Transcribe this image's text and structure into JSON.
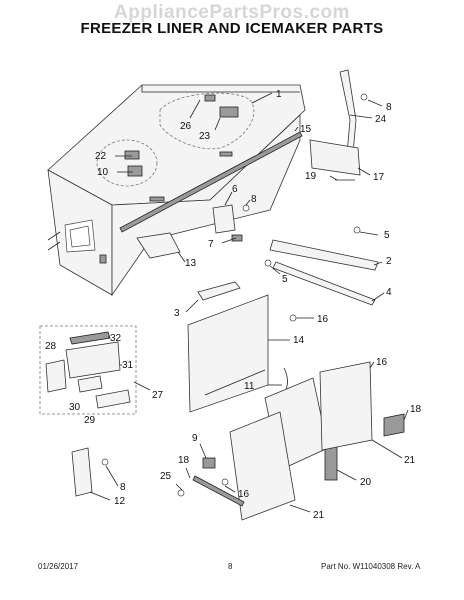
{
  "watermark": "AppliancePartsPros.com",
  "title": "FREEZER LINER AND ICEMAKER PARTS",
  "footer": {
    "date": "01/26/2017",
    "page": "8",
    "part_number": "Part No. W11040308  Rev. A"
  },
  "callouts": {
    "c1": "1",
    "c2": "2",
    "c3": "3",
    "c4": "4",
    "c5a": "5",
    "c5b": "5",
    "c6": "6",
    "c7": "7",
    "c8a": "8",
    "c8b": "8",
    "c8c": "8",
    "c9": "9",
    "c10": "10",
    "c11": "11",
    "c12": "12",
    "c13": "13",
    "c14": "14",
    "c15": "15",
    "c16a": "16",
    "c16b": "16",
    "c16c": "16",
    "c17": "17",
    "c18a": "18",
    "c18b": "18",
    "c19": "19",
    "c20": "20",
    "c21a": "21",
    "c21b": "21",
    "c22": "22",
    "c23": "23",
    "c24": "24",
    "c25": "25",
    "c26": "26",
    "c27": "27",
    "c28": "28",
    "c29": "29",
    "c30": "30",
    "c31": "31",
    "c32": "32"
  }
}
